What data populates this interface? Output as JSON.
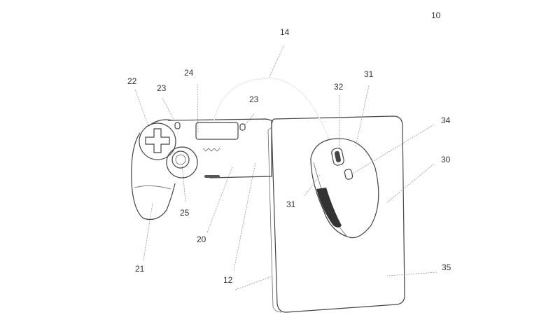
{
  "figure": {
    "reference_numerals": {
      "system": "10",
      "cable": "14",
      "base_device": "12",
      "controller": "20",
      "grip": "21",
      "dpad": "22",
      "button_left": "23",
      "button_right": "23",
      "touchpad": "24",
      "joystick": "25",
      "mouse": "30",
      "mouse_button_top": "31",
      "mouse_button_side": "31",
      "scroll_wheel": "32",
      "mouse_side_button": "34",
      "mouse_pad": "35"
    },
    "colors": {
      "line": "#444444",
      "leader": "#888888",
      "background": "#ffffff"
    }
  }
}
